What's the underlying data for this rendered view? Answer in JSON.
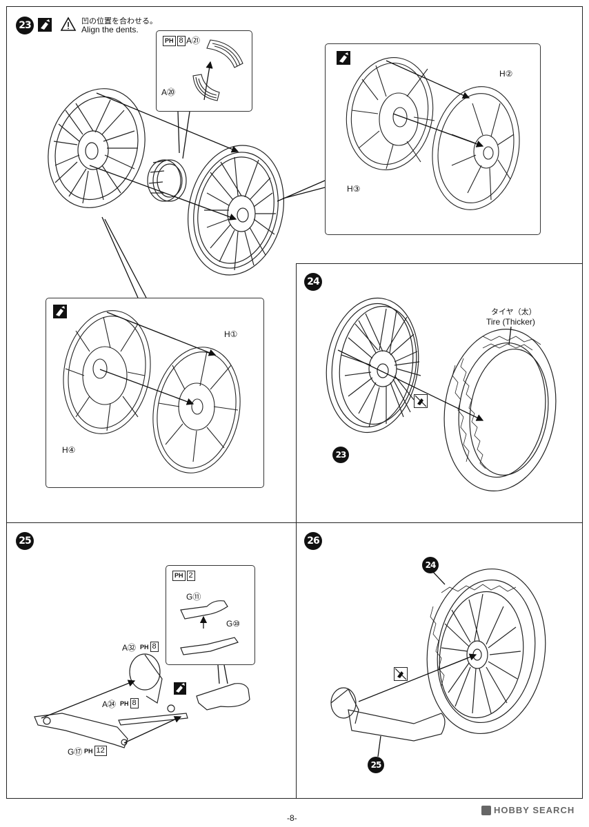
{
  "steps": {
    "s23": {
      "number": "23",
      "warning_jp": "凹の位置を合わせる。",
      "warning_en": "Align the dents."
    },
    "s24": {
      "number": "24",
      "tire_jp": "タイヤ（太）",
      "tire_en": "Tire (Thicker)",
      "callout": "23"
    },
    "s25": {
      "number": "25"
    },
    "s26": {
      "number": "26",
      "callout_tire": "24",
      "callout_arm": "25"
    }
  },
  "parts": {
    "a21": "A㉑",
    "a20": "A⑳",
    "h2": "H②",
    "h3": "H③",
    "h1": "H①",
    "h4": "H④",
    "g11": "G⑪",
    "g10": "G⑩",
    "a32": "A㉜",
    "a24": "A㉔",
    "g17": "G⑰"
  },
  "paint_codes": {
    "ph8_a": "8",
    "ph2": "2",
    "ph8_b": "8",
    "ph8_c": "8",
    "ph12": "12",
    "ph_label": "PH"
  },
  "footer": {
    "page": "-8-",
    "watermark": "HOBBY SEARCH"
  }
}
